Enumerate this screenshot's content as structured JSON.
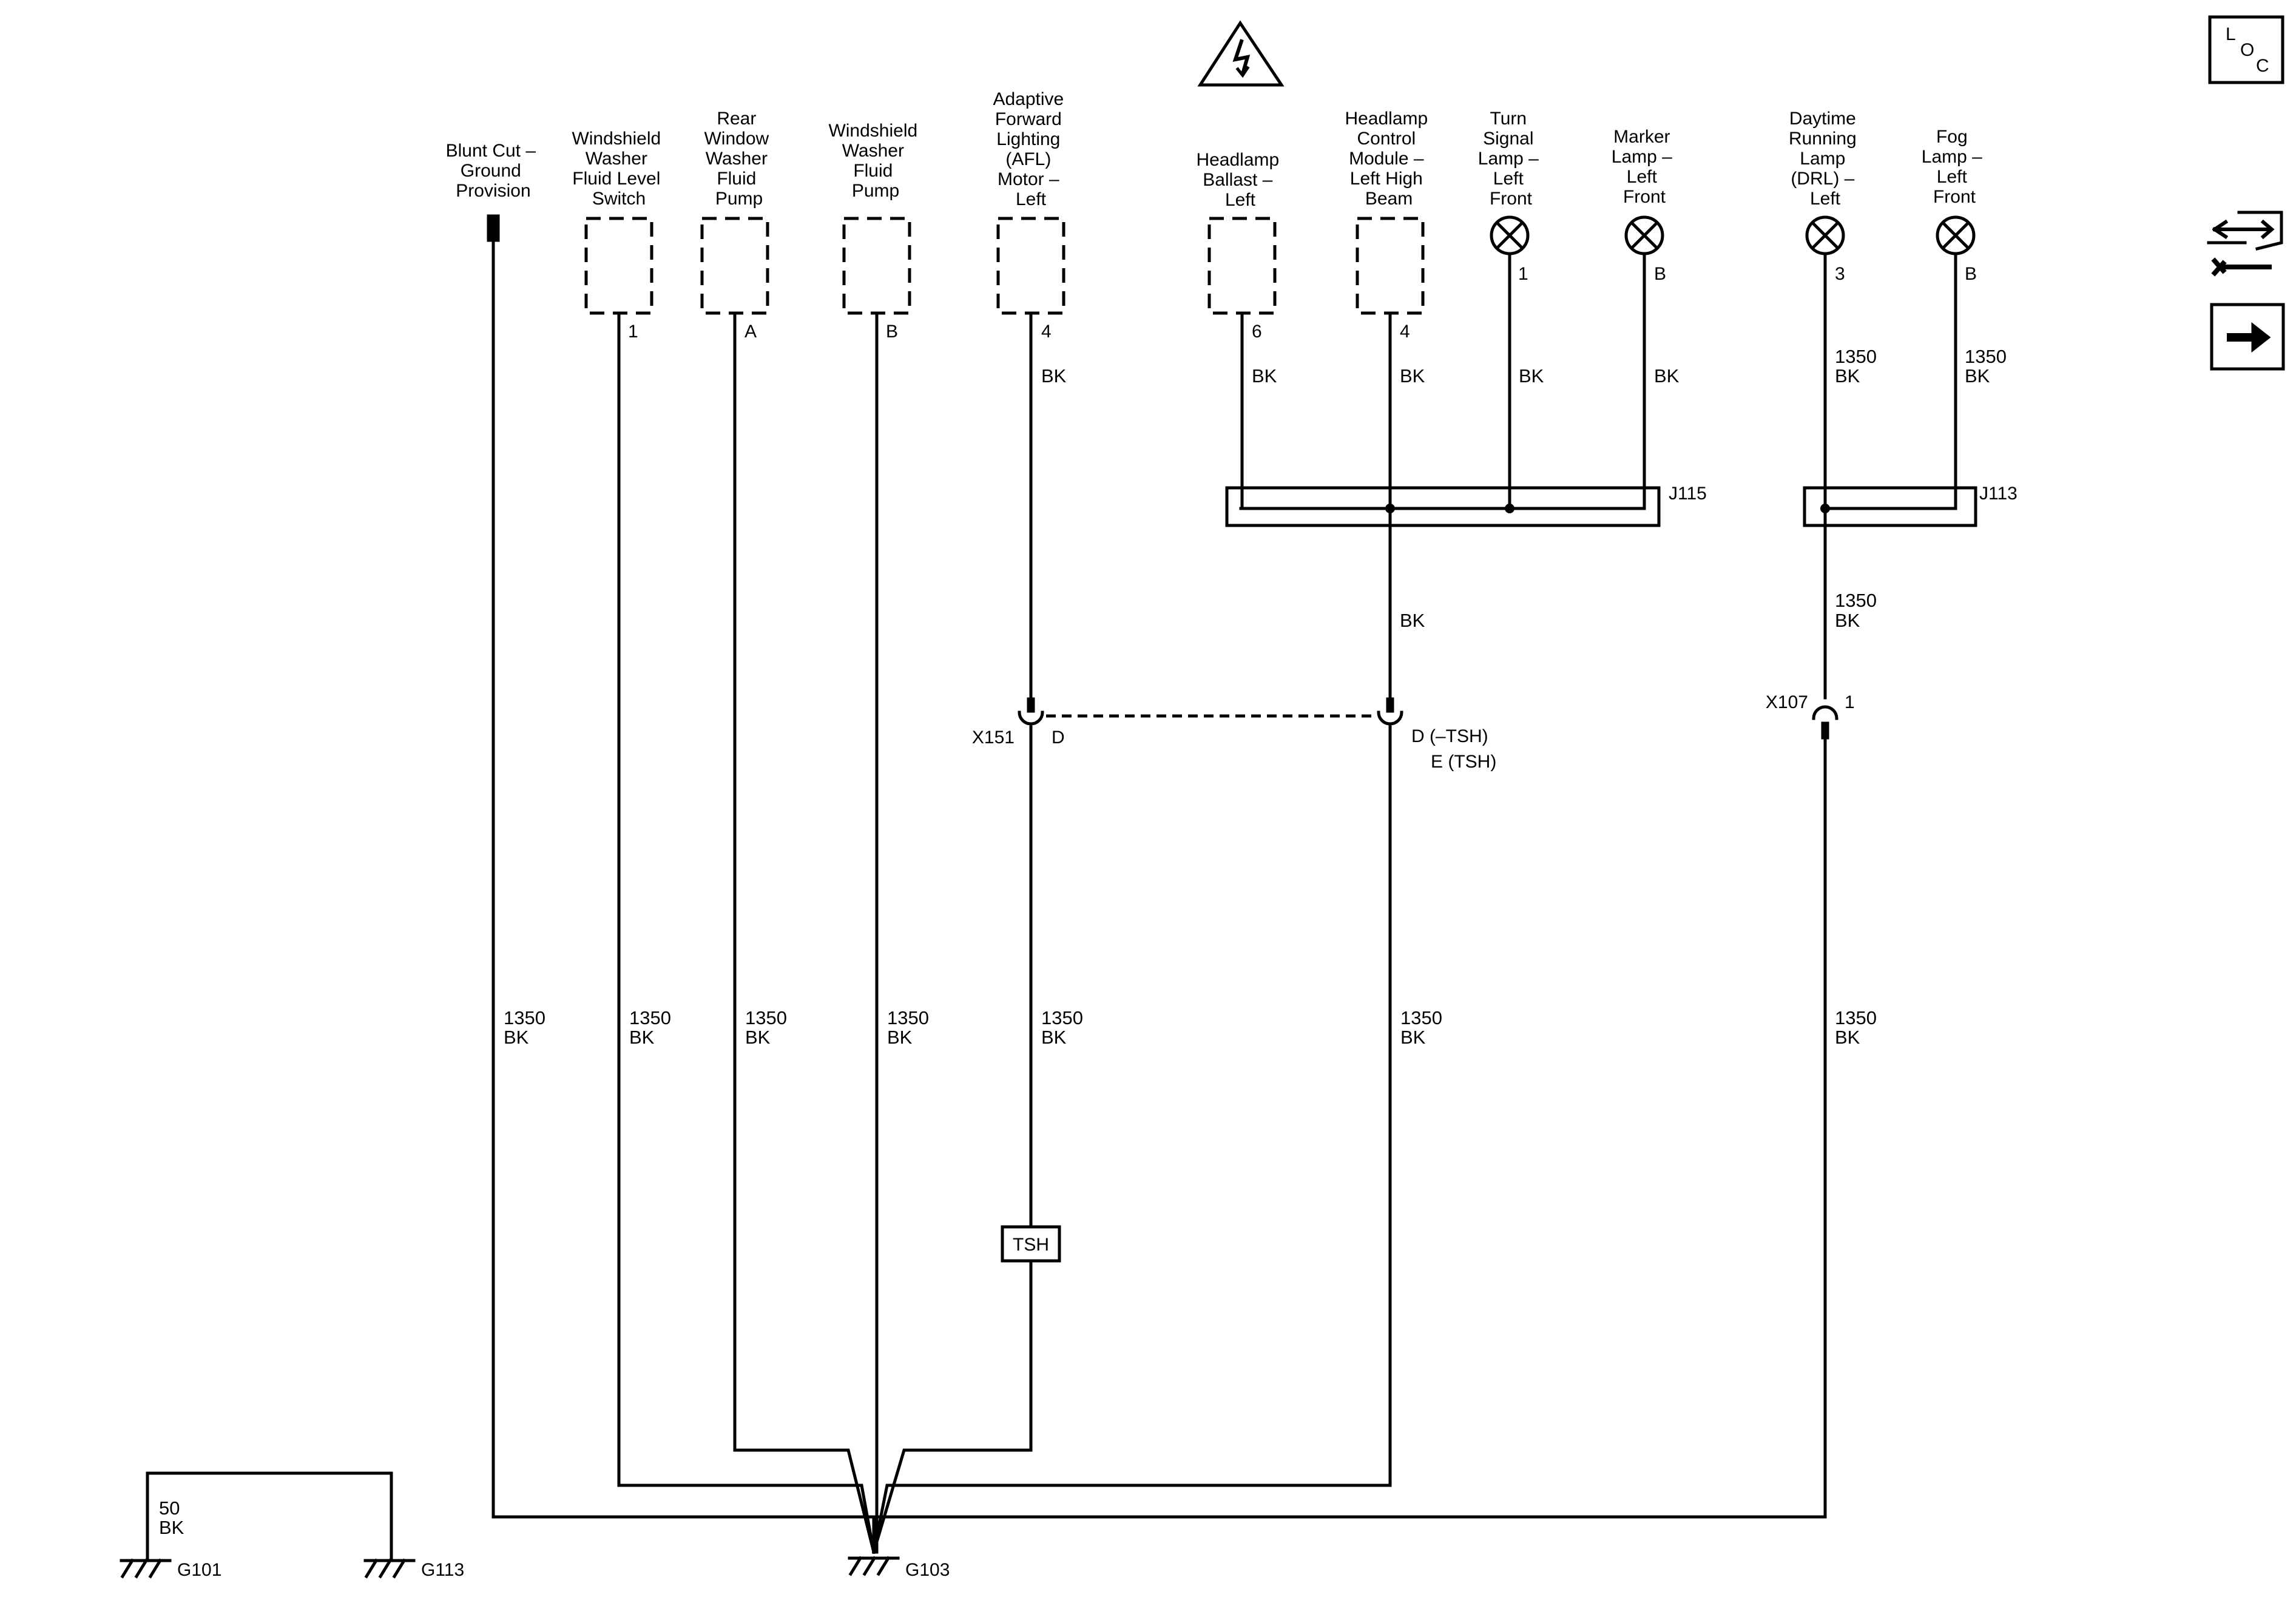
{
  "components": {
    "blunt_cut": [
      "Blunt Cut –",
      "Ground",
      "Provision"
    ],
    "washer_level_switch": [
      "Windshield",
      "Washer",
      "Fluid Level",
      "Switch"
    ],
    "rear_washer_pump": [
      "Rear",
      "Window",
      "Washer",
      "Fluid",
      "Pump"
    ],
    "washer_pump": [
      "Windshield",
      "Washer",
      "Fluid",
      "Pump"
    ],
    "afl_motor": [
      "Adaptive",
      "Forward",
      "Lighting",
      "(AFL)",
      "Motor –",
      "Left"
    ],
    "headlamp_ballast": [
      "Headlamp",
      "Ballast –",
      "Left"
    ],
    "headlamp_control": [
      "Headlamp",
      "Control",
      "Module –",
      "Left High",
      "Beam"
    ],
    "turn_signal": [
      "Turn",
      "Signal",
      "Lamp –",
      "Left",
      "Front"
    ],
    "marker_lamp": [
      "Marker",
      "Lamp –",
      "Left",
      "Front"
    ],
    "drl_lamp": [
      "Daytime",
      "Running",
      "Lamp",
      "(DRL) –",
      "Left"
    ],
    "fog_lamp": [
      "Fog",
      "Lamp –",
      "Left",
      "Front"
    ]
  },
  "pins": {
    "washer_level_switch": "1",
    "rear_washer_pump": "A",
    "washer_pump": "B",
    "afl_motor": "4",
    "headlamp_ballast": "6",
    "headlamp_control": "4",
    "turn_signal": "1",
    "marker_lamp": "B",
    "drl_lamp": "3",
    "fog_lamp": "B"
  },
  "wires": {
    "gauge_1350": "1350",
    "gauge_50": "50",
    "color_bk": "BK"
  },
  "splices": {
    "j115": "J115",
    "j113": "J113"
  },
  "connectors": {
    "x151": {
      "name": "X151",
      "pin": "D"
    },
    "x151_right": {
      "pin_a": "D (–TSH)",
      "pin_b": "E (TSH)"
    },
    "x107": {
      "name": "X107",
      "pin": "1"
    }
  },
  "tsh": "TSH",
  "grounds": {
    "g101": "G101",
    "g113": "G113",
    "g103": "G103"
  },
  "icons": {
    "loc": [
      "L",
      "O",
      "C"
    ]
  }
}
